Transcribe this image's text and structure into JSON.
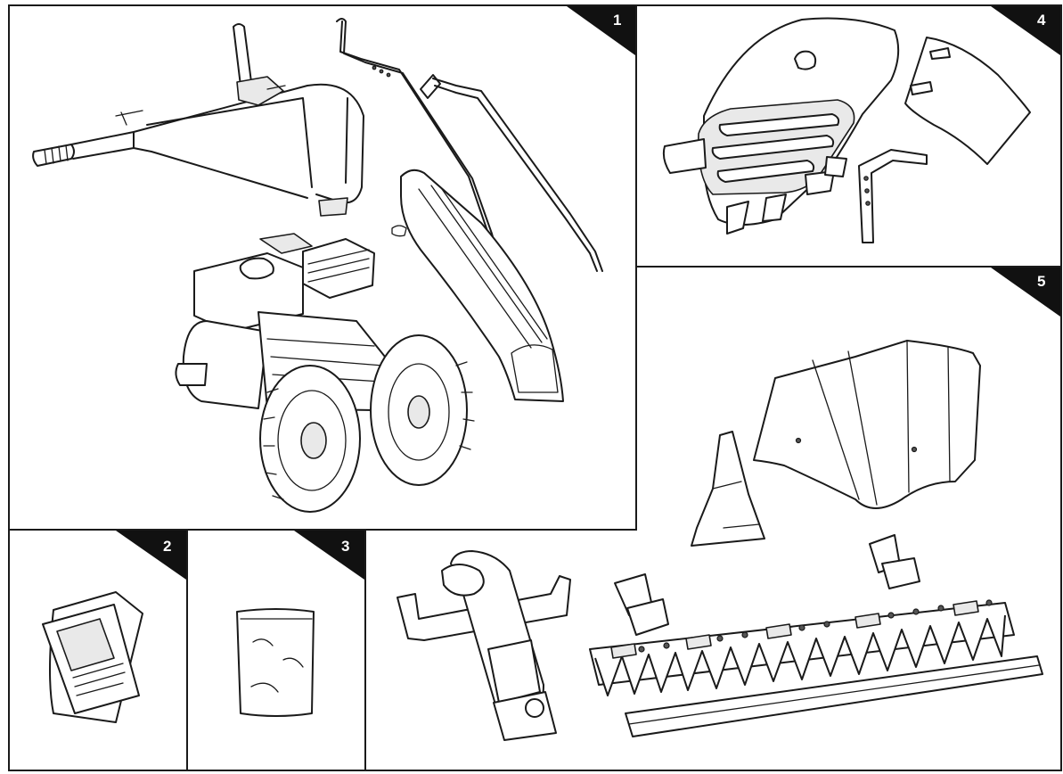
{
  "panels": [
    {
      "number": "1"
    },
    {
      "number": "2"
    },
    {
      "number": "3"
    },
    {
      "number": "4"
    },
    {
      "number": "5"
    }
  ],
  "colors": {
    "ink": "#1a1a1a",
    "tab": "#111111",
    "paper": "#ffffff"
  }
}
